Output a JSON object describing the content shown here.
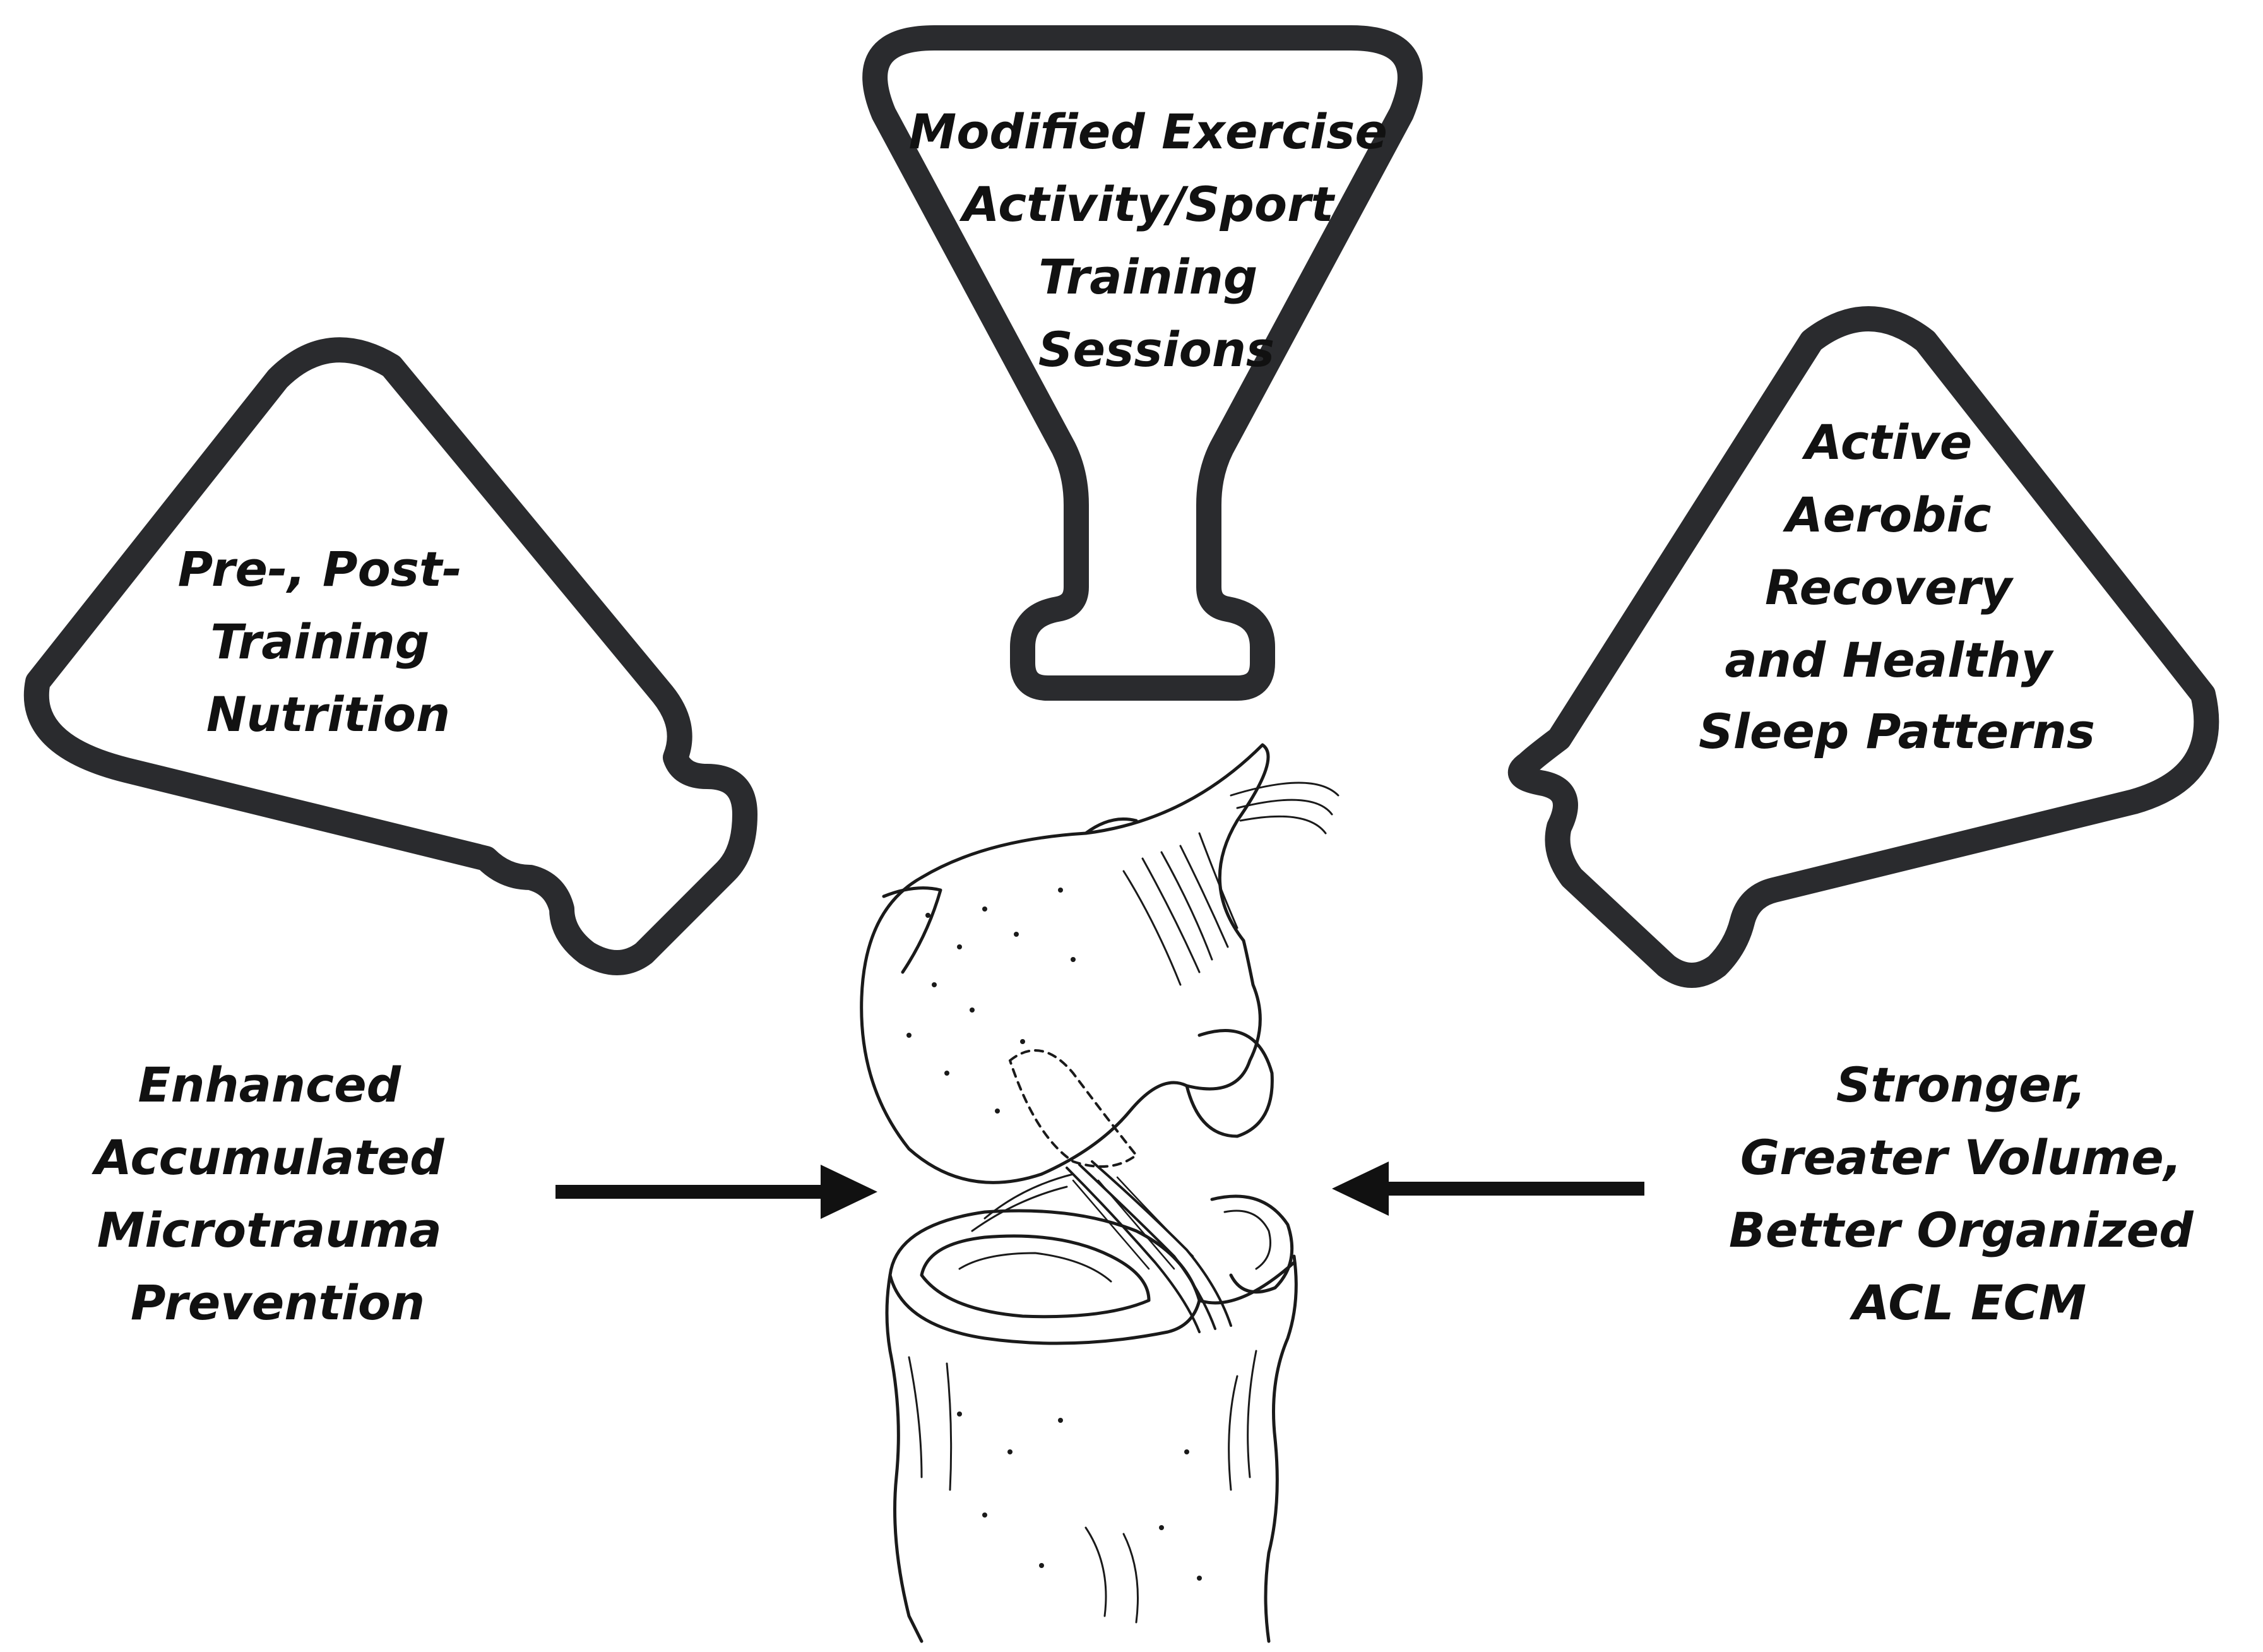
{
  "figure": {
    "stroke_color": "#2a2b2e",
    "text_color": "#111111",
    "background": "#ffffff"
  },
  "labels": {
    "top_flask": [
      "Modified Exercise",
      "Activity/Sport",
      "Training",
      "Sessions"
    ],
    "left_flask": [
      "Pre-, Post-",
      "Training",
      "Nutrition"
    ],
    "right_flask": [
      "Active",
      "Aerobic",
      "Recovery",
      "and Healthy",
      "Sleep Patterns"
    ],
    "left_outcome": [
      "Enhanced",
      "Accumulated",
      "Microtrauma",
      "Prevention"
    ],
    "right_outcome": [
      "Stronger,",
      "Greater Volume,",
      "Better Organized",
      "ACL ECM"
    ]
  },
  "arrows": {
    "left": "right-pointing-arrow",
    "right": "left-pointing-arrow"
  },
  "illustration": {
    "subject": "knee-joint-sketch"
  }
}
